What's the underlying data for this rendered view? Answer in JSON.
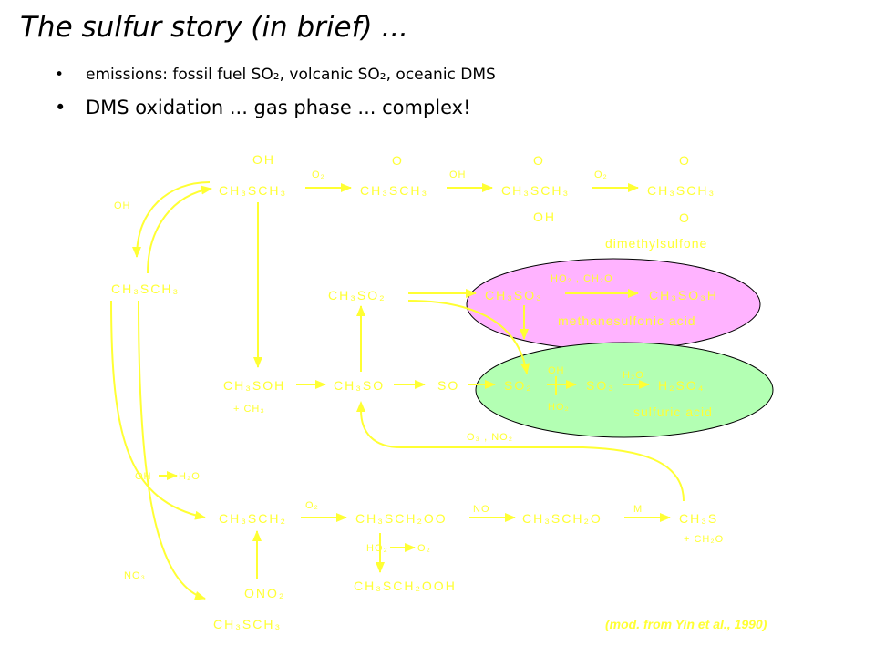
{
  "title": "The sulfur story (in brief) ...",
  "bullets": [
    {
      "dot": "•",
      "text": "emissions: fossil fuel SO₂, volcanic SO₂, oceanic DMS"
    },
    {
      "dot": "•",
      "text": "DMS oxidation ... gas phase ... complex!"
    }
  ],
  "diagram": {
    "colors": {
      "reaction": "#ffff33",
      "msa_region": "#ffb3ff",
      "sulfuric_region": "#b3ffb3"
    },
    "species": {
      "dms": "CH₃SCH₃",
      "adduct": "CH₃SCH₃",
      "adduct_oh": "OH",
      "dmso": "CH₃SCH₃",
      "dmso_o": "O",
      "dmso2_int": "CH₃SCH₃",
      "dmso2_int_o": "O",
      "dmso2_int_oh": "OH",
      "dmso2": "CH₃SCH₃",
      "dmso2_o_top": "O",
      "dmso2_o_bottom": "O",
      "ch3so2": "CH₃SO₂",
      "ch3so3": "CH₃SO₃",
      "msa": "CH₃SO₃H",
      "ch3soh": "CH₃SOH",
      "ch3soh_plus": "+ CH₃",
      "ch3so": "CH₃SO",
      "so": "SO",
      "so2": "SO₂",
      "so3": "SO₃",
      "h2so4": "H₂SO₄",
      "ch3sch2": "CH₃SCH₂",
      "ch3sch2oo": "CH₃SCH₂OO",
      "ch3sch2o": "CH₃SCH₂O",
      "ch3s": "CH₃S",
      "ch3s_plus": "+ CH₂O",
      "ch3sch2ooh": "CH₃SCH₂OOH",
      "ono2_top": "ONO₂",
      "ono2_bottom": "CH₃SCH₃"
    },
    "reagents": {
      "oh_left": "OH",
      "o2_1": "O₂",
      "oh_top": "OH",
      "o2_2": "O₂",
      "ho2_ch2o": "HO₂ , CH₂O",
      "so2_oh": "OH",
      "so2_ho2": "HO₂",
      "h2o": "H₂O",
      "o3_no2": "O₃ , NO₂",
      "oh_h2o_a": "OH",
      "oh_h2o_b": "H₂O",
      "o2_3": "O₂",
      "no": "NO",
      "m": "M",
      "ho2_a": "HO₂",
      "ho2_b": "O₂",
      "no3": "NO₃"
    },
    "labels": {
      "dimethylsulfone": "dimethylsulfone",
      "methanesulfonic": "methanesulfonic acid",
      "sulfuric": "sulfuric acid"
    },
    "credit": "(mod. from Yin et al., 1990)"
  }
}
